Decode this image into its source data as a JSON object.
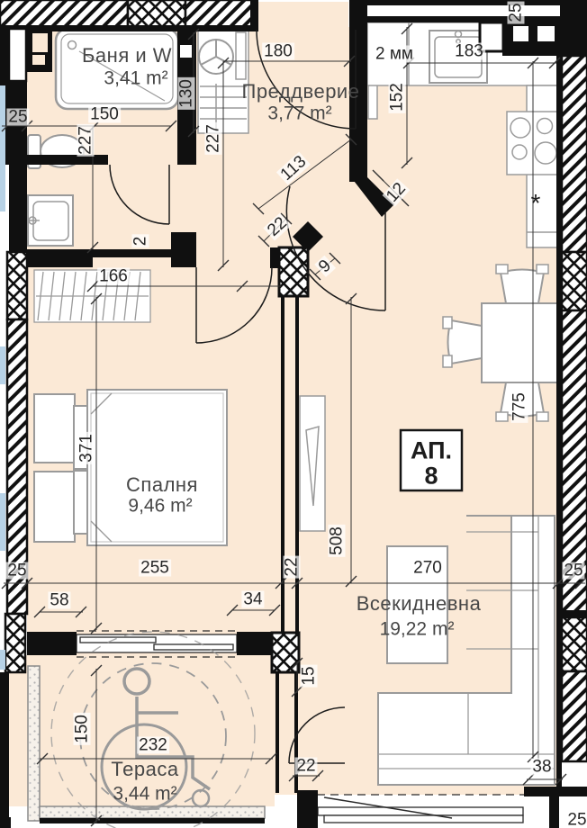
{
  "rooms": {
    "bath": {
      "name": "Баня и W",
      "area": "3,41 m²"
    },
    "vestibule": {
      "name": "Преддверие",
      "area": "3,77 m²"
    },
    "bedroom": {
      "name": "Спалня",
      "area": "9,46 m²"
    },
    "living": {
      "name": "Всекидневна",
      "area": "19,22 m²"
    },
    "terrace": {
      "name": "Тераса",
      "area": "3,44 m²"
    }
  },
  "badge": {
    "line1": "АП.",
    "line2": "8"
  },
  "dims": {
    "bath_w": "150",
    "bath_h": "227",
    "shaft_h": "130",
    "vest_w": "180",
    "note_mm": "2 мм",
    "kitchen_w": "183",
    "top_right_25": "25",
    "kitchen_h": "152",
    "vest_h": "227",
    "diag_113": "113",
    "diag_22": "22",
    "diag_9": "9",
    "diag_12": "12",
    "niche_166": "166",
    "small_2": "2",
    "bed_h": "371",
    "bed_w": "255",
    "wall_22": "22",
    "living_w": "270",
    "left_25_top": "25",
    "left_25_mid": "25",
    "right_25": "25",
    "living_h": "508",
    "full_h": "775",
    "off_58": "58",
    "off_34": "34",
    "off_15": "15",
    "terr_h": "150",
    "terr_w": "232",
    "terr_22": "22",
    "off_38": "38",
    "corner_25": "25",
    "star": "*"
  },
  "colors": {
    "floor": "#fbe9d6",
    "wall": "#0f0f0f",
    "furniture": "#9a9a9a",
    "accent_blue": "#b7d2e6"
  }
}
